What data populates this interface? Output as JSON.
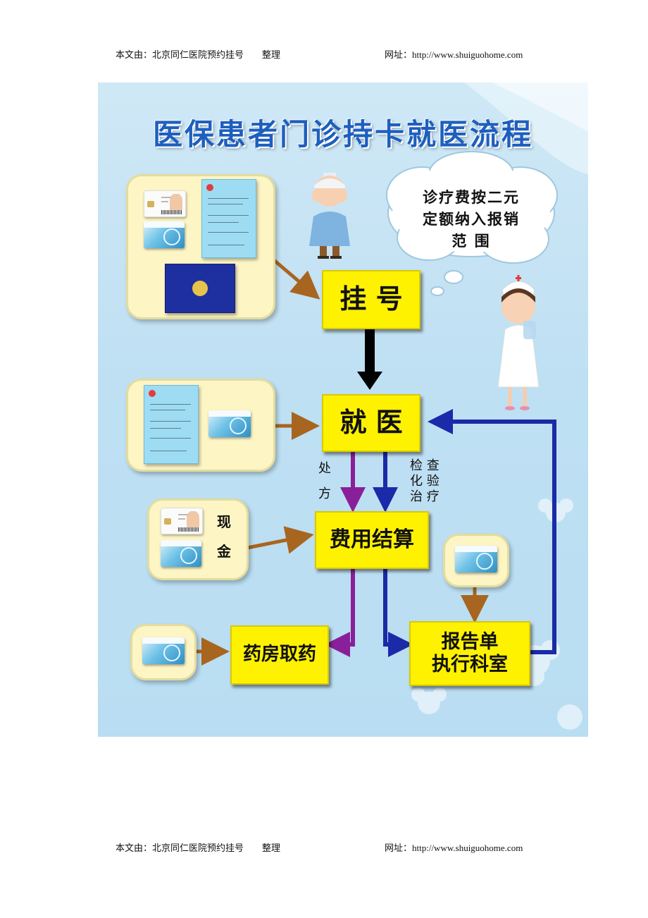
{
  "header": {
    "left_prefix": "本文由：北京同仁医院预约挂号",
    "left_suffix": "整理",
    "right_text": "网址：http://www.shuiguohome.com"
  },
  "footer": {
    "left_prefix": "本文由：北京同仁医院预约挂号",
    "left_suffix": "整理",
    "right_text": "网址：http://www.shuiguohome.com"
  },
  "poster": {
    "title": "医保患者门诊持卡就医流程",
    "cloud_lines": [
      "诊疗费按二元",
      "定额纳入报销",
      "范 围"
    ],
    "steps": {
      "register": "挂 号",
      "consult": "就 医",
      "settle": "费用结算",
      "pharmacy": "药房取药",
      "report_line1": "报告单",
      "report_line2": "执行科室"
    },
    "labels": {
      "prescription_1": "处",
      "prescription_2": "方",
      "exam_1": "检 查",
      "exam_2": "化 验",
      "exam_3": "治 疗",
      "cash_1": "现",
      "cash_2": "金"
    },
    "colors": {
      "title": "#1d5fbf",
      "step_box": "#fff200",
      "arrow_brown": "#a8651f",
      "arrow_purple": "#8a1f9a",
      "arrow_blue": "#1a2aa8",
      "arrow_black": "#000000"
    }
  }
}
